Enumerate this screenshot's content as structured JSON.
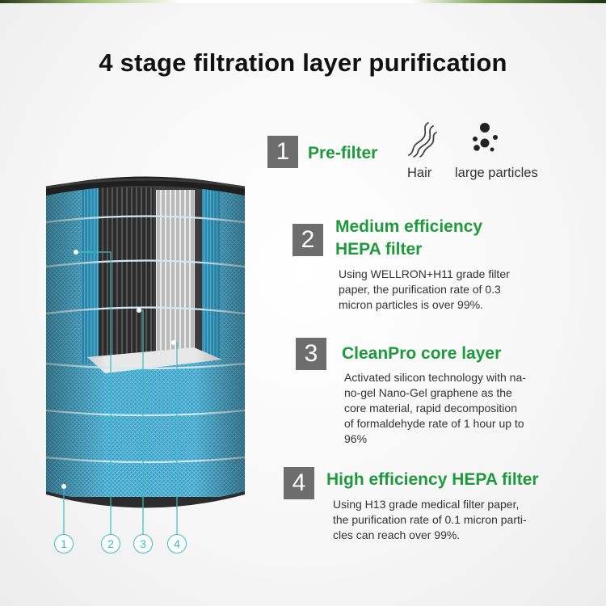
{
  "title": "4 stage filtration layer purification",
  "stages": [
    {
      "num": "1",
      "title": "Pre-filter",
      "icons": [
        {
          "icon": "hair-icon",
          "label": "Hair"
        },
        {
          "icon": "particles-icon",
          "label": "large particles"
        }
      ]
    },
    {
      "num": "2",
      "title_line1": "Medium efficiency",
      "title_line2": "HEPA filter",
      "desc_lines": [
        "Using WELLRON+H11 grade filter",
        "paper, the purification rate of 0.3",
        "micron particles is over 99%."
      ]
    },
    {
      "num": "3",
      "title": "CleanPro core layer",
      "desc_lines": [
        "Activated silicon technology with na-",
        "no-gel Nano-Gel graphene as the",
        "core material, rapid decomposition",
        "of formaldehyde rate of 1 hour up to",
        "96%"
      ]
    },
    {
      "num": "4",
      "title": "High efficiency HEPA filter",
      "desc_lines": [
        "Using H13 grade medical filter paper,",
        "the purification rate of 0.1 micron parti-",
        "cles can reach over 99%."
      ]
    }
  ],
  "callouts": [
    "1",
    "2",
    "3",
    "4"
  ],
  "colors": {
    "accent_green": "#1e9a3c",
    "number_box": "#6d6d6d",
    "filter_blue": "#3aa0c4",
    "callout_teal": "#3bbcc4"
  }
}
